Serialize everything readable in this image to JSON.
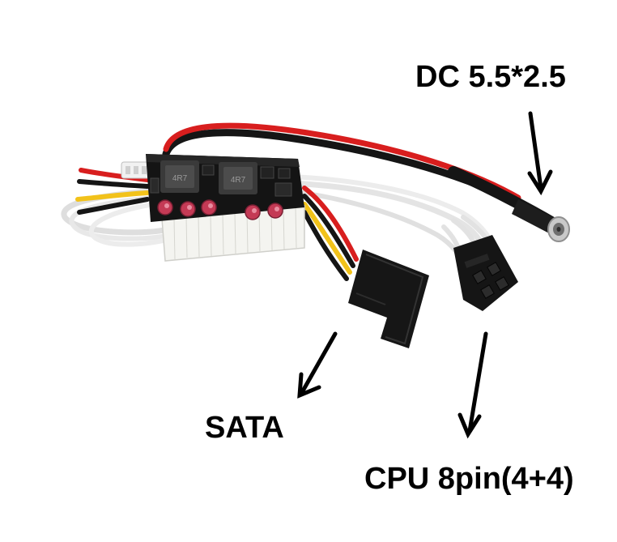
{
  "labels": {
    "dc": "DC 5.5*2.5",
    "sata": "SATA",
    "cpu": "CPU 8pin(4+4)"
  },
  "board": {
    "inductor_marking": "4R7"
  },
  "colors": {
    "background": "#ffffff",
    "label_text": "#000000",
    "pcb": "#141414",
    "atx_connector": "#f4f4f0",
    "wire_red": "#d81e1e",
    "wire_black": "#151515",
    "wire_yellow": "#f2c21a",
    "wire_white": "#e9e9e9",
    "capacitor": "#c43a55"
  }
}
